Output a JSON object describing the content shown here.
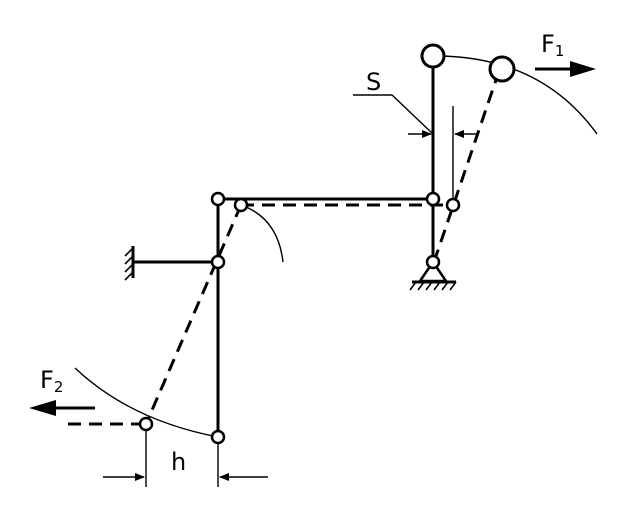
{
  "labels": {
    "force_top": {
      "main": "F",
      "sub": "1"
    },
    "force_left": {
      "main": "F",
      "sub": "2"
    },
    "displacement_top": "S",
    "displacement_bottom": "h"
  }
}
